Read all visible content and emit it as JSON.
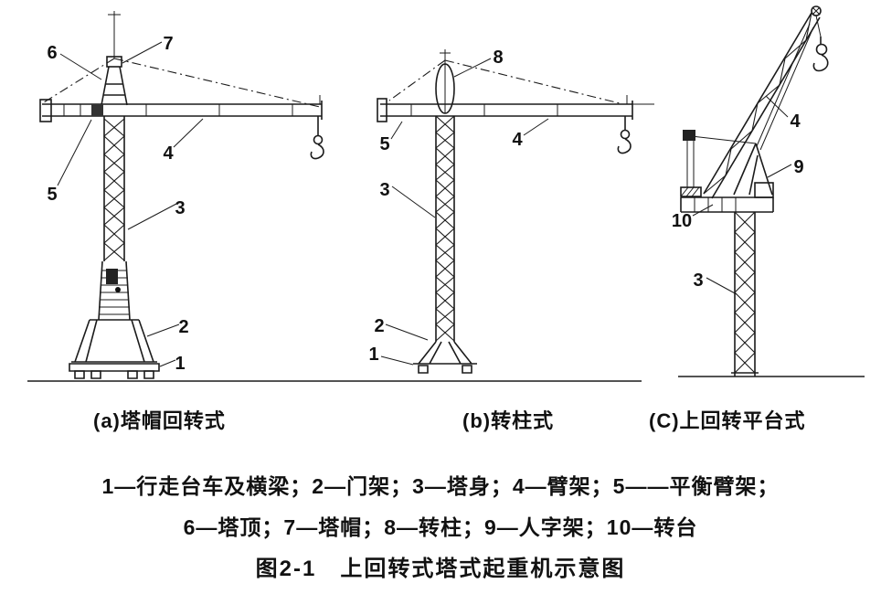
{
  "figure": {
    "caption": "图2-1　上回转式塔式起重机示意图",
    "legend": {
      "line1": "1—行走台车及横梁；2—门架；3—塔身；4—臂架；5——平衡臂架；",
      "line2": "6—塔顶；7—塔帽；8—转柱；9—人字架；10—转台"
    },
    "subfigures": {
      "a": {
        "caption": "(a)塔帽回转式",
        "callouts": {
          "n1": "1",
          "n2": "2",
          "n3": "3",
          "n4": "4",
          "n5": "5",
          "n6": "6",
          "n7": "7"
        }
      },
      "b": {
        "caption": "(b)转柱式",
        "callouts": {
          "n1": "1",
          "n2": "2",
          "n3": "3",
          "n4": "4",
          "n5": "5",
          "n8": "8"
        }
      },
      "c": {
        "caption": "(C)上回转平台式",
        "callouts": {
          "n3": "3",
          "n4": "4",
          "n9": "9",
          "n10": "10"
        }
      }
    },
    "parts": {
      "1": "行走台车及横梁",
      "2": "门架",
      "3": "塔身",
      "4": "臂架",
      "5": "平衡臂架",
      "6": "塔顶",
      "7": "塔帽",
      "8": "转柱",
      "9": "人字架",
      "10": "转台"
    },
    "ink_color": "#1b1b1b"
  }
}
